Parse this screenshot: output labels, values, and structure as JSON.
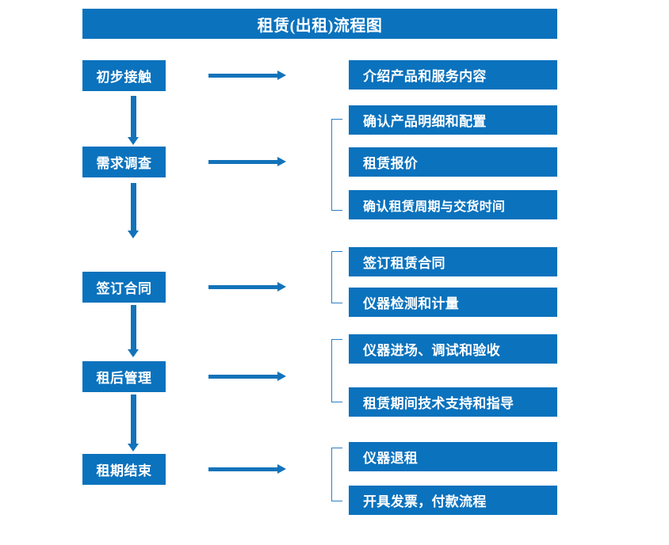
{
  "title": "租赁(出租)流程图",
  "colors": {
    "box_fill": "#0b72bd",
    "box_text": "#ffffff",
    "arrow": "#1273ba",
    "bracket": "#2b7fc4",
    "background": "#ffffff"
  },
  "stages": [
    {
      "label": "初步接触"
    },
    {
      "label": "需求调查"
    },
    {
      "label": "签订合同"
    },
    {
      "label": "租后管理"
    },
    {
      "label": "租期结束"
    }
  ],
  "details": [
    {
      "label": "介绍产品和服务内容"
    },
    {
      "label": "确认产品明细和配置"
    },
    {
      "label": "租赁报价"
    },
    {
      "label": "确认租赁周期与交货时间"
    },
    {
      "label": "签订租赁合同"
    },
    {
      "label": "仪器检测和计量"
    },
    {
      "label": "仪器进场、调试和验收"
    },
    {
      "label": "租赁期间技术支持和指导"
    },
    {
      "label": "仪器退租"
    },
    {
      "label": "开具发票，付款流程"
    }
  ],
  "icons": {
    "down_arrow": "down-arrow-icon",
    "right_arrow": "right-arrow-icon",
    "group_bracket": "group-bracket-icon"
  }
}
